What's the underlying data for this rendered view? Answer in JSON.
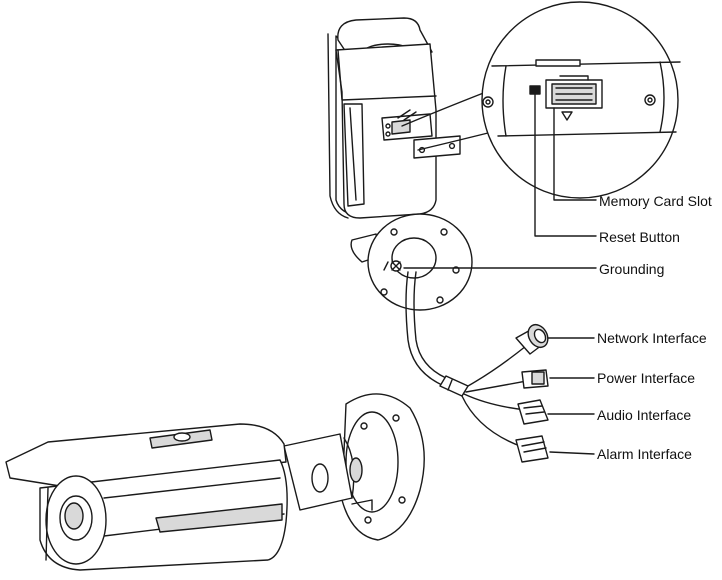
{
  "labels": {
    "memory_card_slot": "Memory Card Slot",
    "reset_button": "Reset Button",
    "grounding": "Grounding",
    "network_interface": "Network Interface",
    "power_interface": "Power Interface",
    "audio_interface": "Audio Interface",
    "alarm_interface": "Alarm Interface"
  },
  "colors": {
    "line": "#1a1a1a",
    "fill": "#ffffff",
    "shade": "#d9d9d9"
  }
}
